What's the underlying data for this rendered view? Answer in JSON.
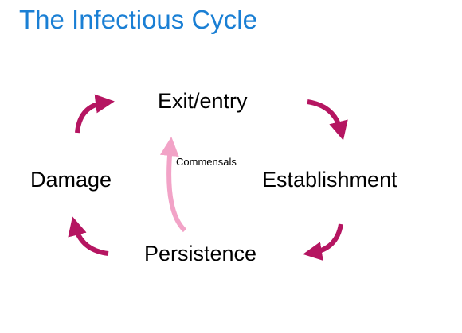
{
  "title": "The Infectious Cycle",
  "stages": {
    "exit_entry": "Exit/entry",
    "establishment": "Establishment",
    "persistence": "Persistence",
    "damage": "Damage"
  },
  "commensals_label": "Commensals",
  "colors": {
    "title": "#1a7fd4",
    "cycle_arrow": "#b51561",
    "commensals_arrow": "#f2a3c7",
    "stage_text": "#000000"
  }
}
